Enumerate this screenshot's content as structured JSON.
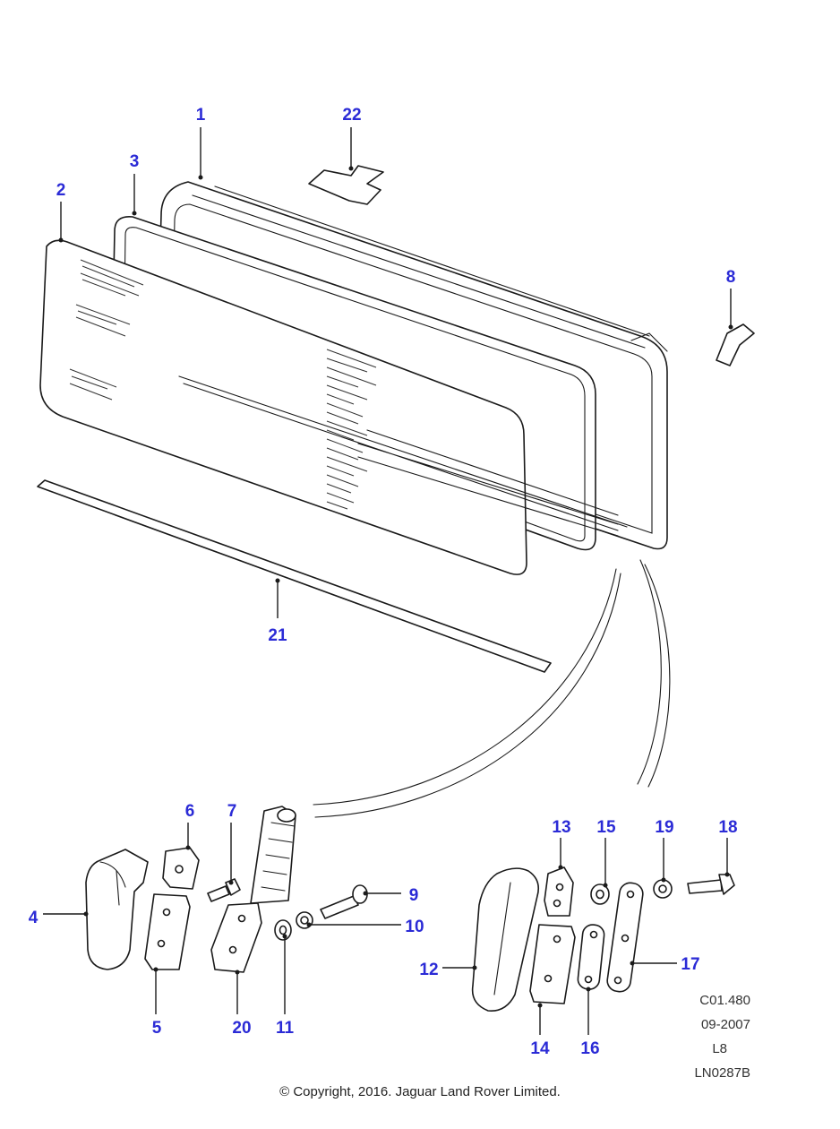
{
  "callouts": {
    "c1": "1",
    "c2": "2",
    "c3": "3",
    "c4": "4",
    "c5": "5",
    "c6": "6",
    "c7": "7",
    "c8": "8",
    "c9": "9",
    "c10": "10",
    "c11": "11",
    "c12": "12",
    "c13": "13",
    "c14": "14",
    "c15": "15",
    "c16": "16",
    "c17": "17",
    "c18": "18",
    "c19": "19",
    "c20": "20",
    "c21": "21",
    "c22": "22"
  },
  "reference": {
    "code": "C01.480",
    "date": "09-2007",
    "level": "L8",
    "drawing": "LN0287B"
  },
  "copyright": "© Copyright, 2016. Jaguar Land Rover Limited.",
  "colors": {
    "callout": "#2b2bd6",
    "line": "#1a1a1a"
  }
}
